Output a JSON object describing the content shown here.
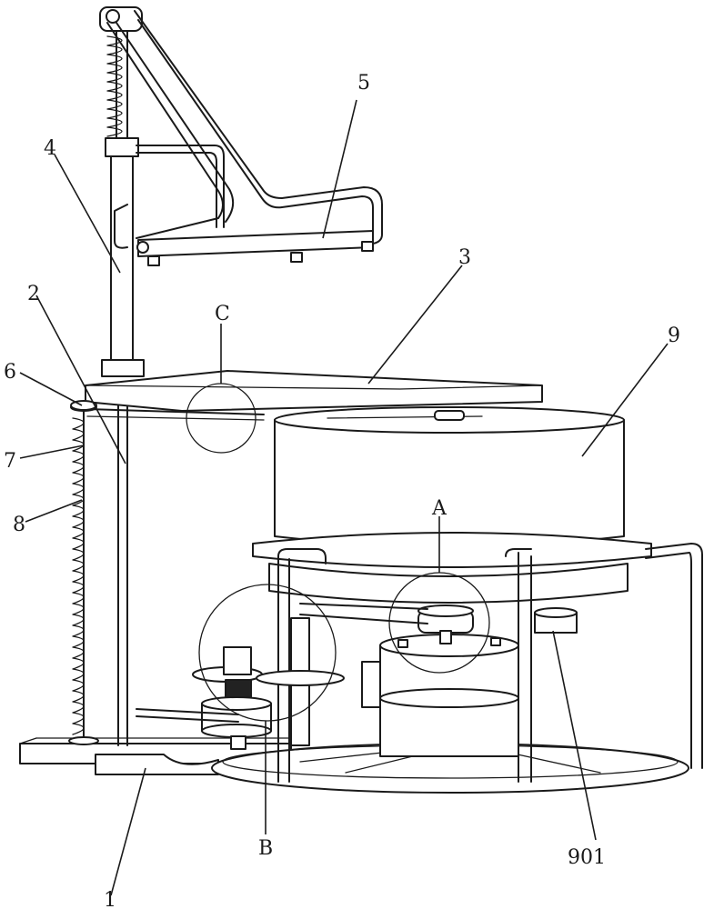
{
  "labels": {
    "l1": "1",
    "l2": "2",
    "l3": "3",
    "l4": "4",
    "l5": "5",
    "l6": "6",
    "l7": "7",
    "l8": "8",
    "l9": "9",
    "l901": "901",
    "lA": "A",
    "lB": "B",
    "lC": "C"
  }
}
